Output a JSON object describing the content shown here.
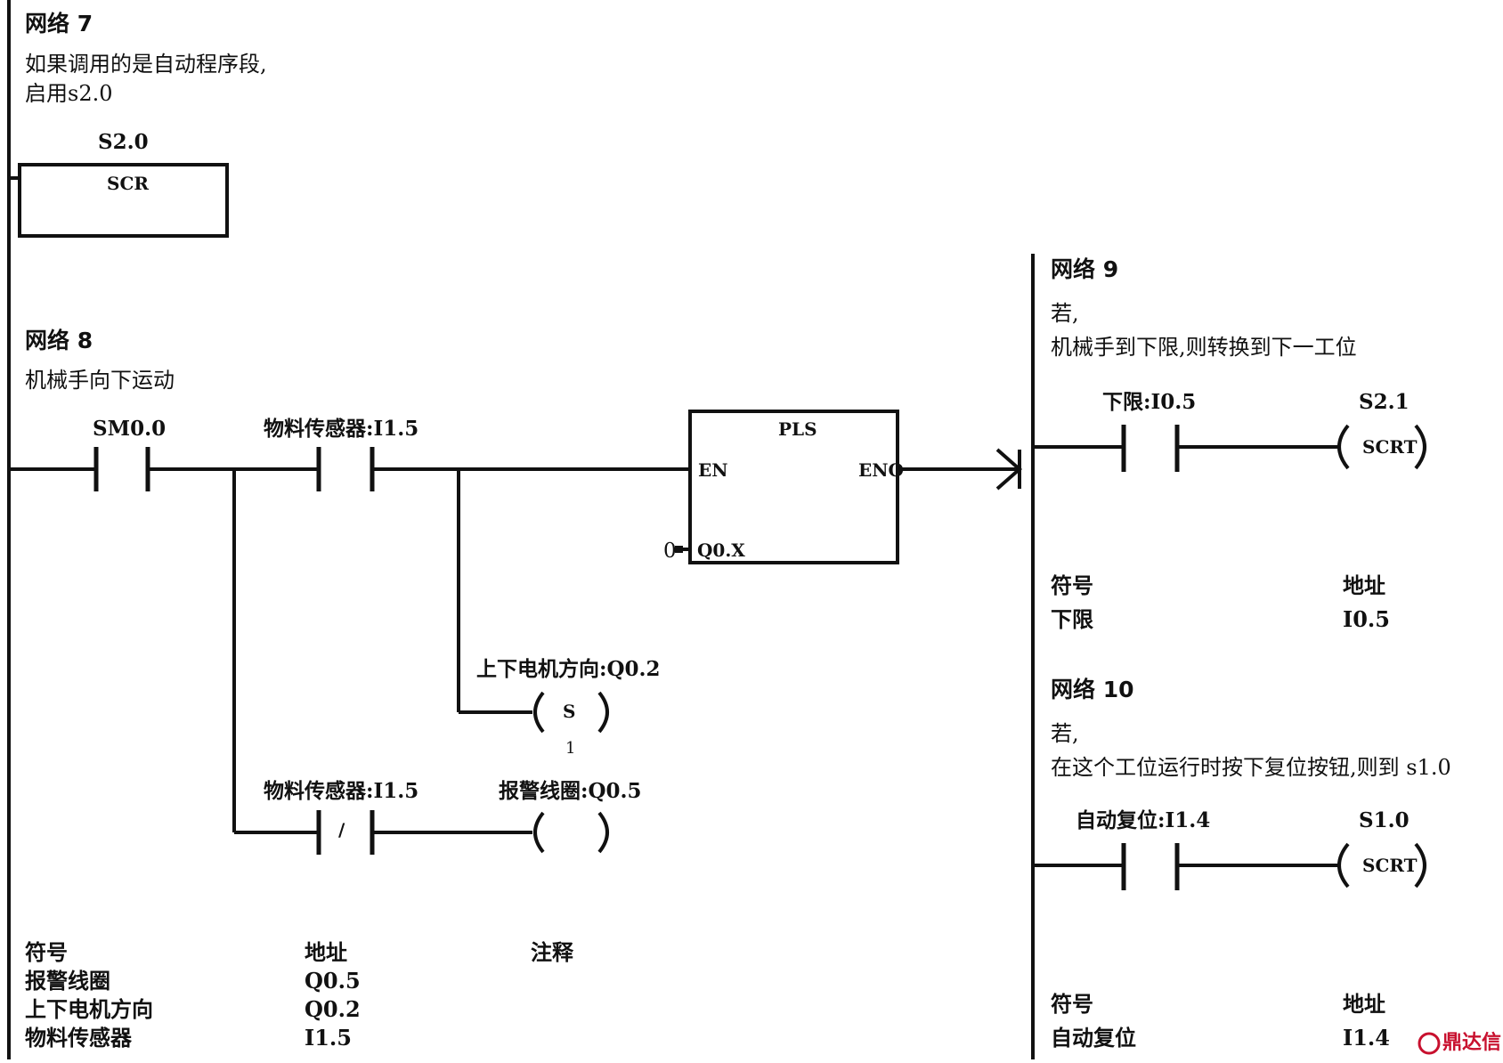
{
  "network7": {
    "title": "网络 7",
    "comment_line1": "如果调用的是自动程序段,",
    "comment_line2": "启用s2.0",
    "scr_address": "S2.0",
    "scr_label": "SCR"
  },
  "network8": {
    "title": "网络 8",
    "comment": "机械手向下运动",
    "contact_sm": "SM0.0",
    "contact_sensor": "物料传感器:I1.5",
    "pls_label": "PLS",
    "pls_en": "EN",
    "pls_eno": "ENO",
    "pls_param_value": "0",
    "pls_param_name": "Q0.X",
    "coil_motor_label": "上下电机方向:Q0.2",
    "coil_motor_type": "S",
    "coil_motor_count": "1",
    "contact_sensor_nc": "物料传感器:I1.5",
    "nc_mark": "/",
    "coil_alarm_label": "报警线圈:Q0.5",
    "symbols": {
      "header_symbol": "符号",
      "header_address": "地址",
      "header_comment": "注释",
      "rows": [
        {
          "symbol": "报警线圈",
          "address": "Q0.5"
        },
        {
          "symbol": "上下电机方向",
          "address": "Q0.2"
        },
        {
          "symbol": "物料传感器",
          "address": "I1.5"
        }
      ]
    }
  },
  "network9": {
    "title": "网络 9",
    "comment_line1": "若,",
    "comment_line2": "机械手到下限,则转换到下一工位",
    "contact_label": "下限:I0.5",
    "coil_address": "S2.1",
    "coil_label": "SCRT",
    "symbols": {
      "header_symbol": "符号",
      "header_address": "地址",
      "rows": [
        {
          "symbol": "下限",
          "address": "I0.5"
        }
      ]
    }
  },
  "network10": {
    "title": "网络 10",
    "comment_line1": "若,",
    "comment_line2": "在这个工位运行时按下复位按钮,则到 s1.0",
    "contact_label": "自动复位:I1.4",
    "coil_address": "S1.0",
    "coil_label": "SCRT",
    "symbols": {
      "header_symbol": "符号",
      "header_address": "地址",
      "rows": [
        {
          "symbol": "自动复位",
          "address": "I1.4"
        }
      ]
    }
  },
  "watermark": {
    "text": "鼎达信",
    "color": "#c8102e"
  }
}
